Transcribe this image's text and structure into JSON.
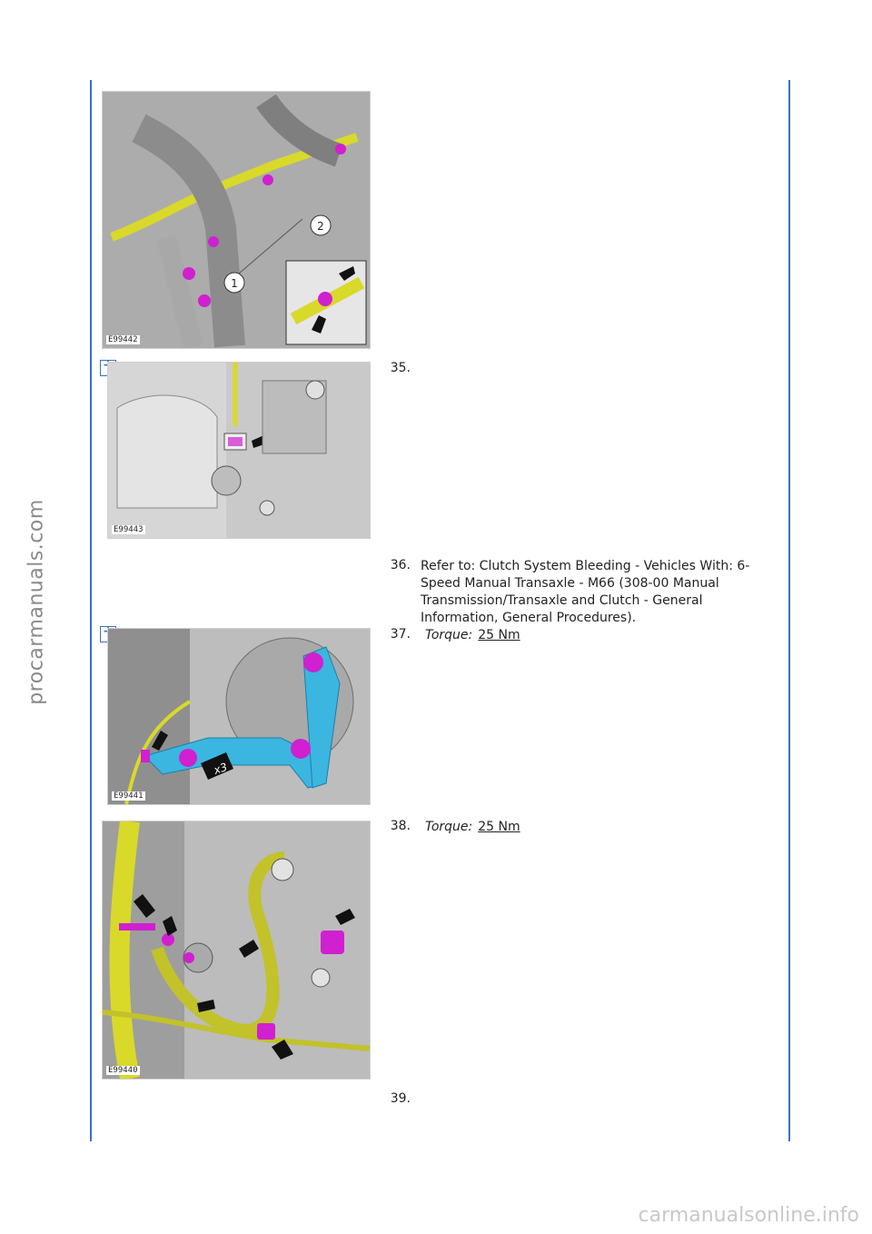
{
  "watermark_side": "procarmanuals.com",
  "watermark_bottom": "carmanualsonline.info",
  "figures": [
    {
      "code": "E99442",
      "callouts": [
        "1",
        "2"
      ]
    },
    {
      "code": "E99443"
    },
    {
      "code": "E99441",
      "callout": "x3"
    },
    {
      "code": "E99440"
    }
  ],
  "steps": [
    {
      "number": "35."
    },
    {
      "number": "36.",
      "text": "Refer to: Clutch System Bleeding - Vehicles With: 6-Speed Manual Transaxle - M66 (308-00 Manual Transmission/Transaxle and Clutch - General Information, General Procedures)."
    },
    {
      "number": "37.",
      "torque_label": "Torque:",
      "torque_value": "25 Nm"
    },
    {
      "number": "38.",
      "torque_label": "Torque:",
      "torque_value": "25 Nm"
    },
    {
      "number": "39."
    }
  ],
  "colors": {
    "rule": "#3a6fc4",
    "highlight_yellow": "#d9d92a",
    "highlight_magenta": "#d020d0",
    "highlight_cyan": "#3bb6e0"
  }
}
